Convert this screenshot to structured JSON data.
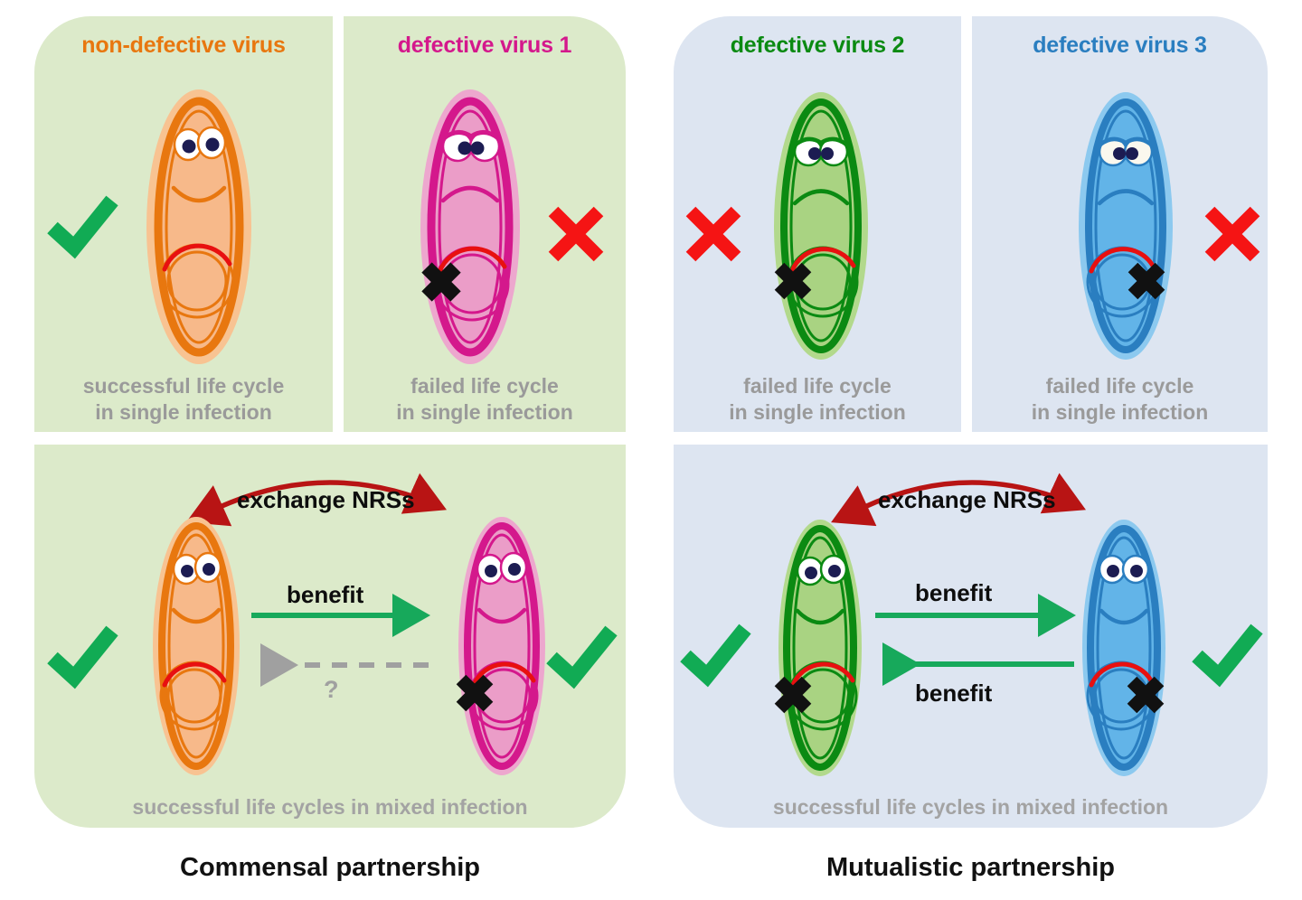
{
  "figure": {
    "kind": "virus-partnership-diagram",
    "panels": [
      {
        "id": "commensal",
        "title": "Commensal partnership",
        "background_color": "#dceaca",
        "mixed_caption": "successful life cycles in mixed infection"
      },
      {
        "id": "mutualistic",
        "title": "Mutualistic partnership",
        "background_color": "#dde5f1",
        "mixed_caption": "successful life cycles in mixed infection"
      }
    ]
  },
  "viruses": {
    "nondefective": {
      "label": "non-defective virus",
      "color": "#e8770f",
      "halo_color": "#f8c392",
      "body_color": "#f7b98a",
      "single_caption": "successful life cycle\nin single infection",
      "single_status": "check",
      "mixed_status": "check",
      "defective": "false"
    },
    "defective1": {
      "label": "defective virus 1",
      "color": "#d4188c",
      "halo_color": "#eda7ce",
      "body_color": "#eb9dc8",
      "single_caption": "failed life cycle\nin single infection",
      "single_status": "cross",
      "mixed_status": "check",
      "defective": "true"
    },
    "defective2": {
      "label": "defective virus 2",
      "color": "#0b8a12",
      "halo_color": "#b2d98c",
      "body_color": "#a9d382",
      "single_caption": "failed life cycle\nin single infection",
      "single_status": "cross",
      "mixed_status": "check",
      "defective": "true"
    },
    "defective3": {
      "label": "defective virus 3",
      "color": "#2a7ec0",
      "halo_color": "#86c5ec",
      "body_color": "#62b4e8",
      "single_caption": "failed life cycle\nin single infection",
      "single_status": "cross",
      "mixed_status": "check",
      "defective": "true"
    }
  },
  "arrows": {
    "exchange_label": "exchange NRSs",
    "exchange_color": "#b81414",
    "benefit_label": "benefit",
    "benefit_color": "#17a95b",
    "unknown_label": "?",
    "unknown_color": "#a0a0a0"
  },
  "marks": {
    "check_color": "#11ab54",
    "cross_color": "#f51414",
    "defect_cross_color": "#111111",
    "check_glyph": "check-mark",
    "cross_glyph": "cross-mark"
  },
  "chart_data": {
    "type": "diagram",
    "title": "Commensal versus mutualistic virus partnerships",
    "rows": [
      {
        "panel": "Commensal partnership",
        "single_infection": [
          {
            "virus": "non-defective virus",
            "outcome": "successful life cycle in single infection",
            "mark": "check"
          },
          {
            "virus": "defective virus 1",
            "outcome": "failed life cycle in single infection",
            "mark": "cross"
          }
        ],
        "mixed_infection": {
          "outcome": "successful life cycles in mixed infection",
          "interactions": [
            {
              "from": "non-defective virus",
              "to": "defective virus 1",
              "label": "benefit",
              "style": "solid-green"
            },
            {
              "from": "defective virus 1",
              "to": "non-defective virus",
              "label": "?",
              "style": "dashed-gray"
            },
            {
              "from": "both",
              "to": "both",
              "label": "exchange NRSs",
              "style": "curved-double-red"
            }
          ],
          "marks": [
            "check",
            "check"
          ]
        }
      },
      {
        "panel": "Mutualistic partnership",
        "single_infection": [
          {
            "virus": "defective virus 2",
            "outcome": "failed life cycle in single infection",
            "mark": "cross"
          },
          {
            "virus": "defective virus 3",
            "outcome": "failed life cycle in single infection",
            "mark": "cross"
          }
        ],
        "mixed_infection": {
          "outcome": "successful life cycles in mixed infection",
          "interactions": [
            {
              "from": "defective virus 2",
              "to": "defective virus 3",
              "label": "benefit",
              "style": "solid-green"
            },
            {
              "from": "defective virus 3",
              "to": "defective virus 2",
              "label": "benefit",
              "style": "solid-green"
            },
            {
              "from": "both",
              "to": "both",
              "label": "exchange NRSs",
              "style": "curved-double-red"
            }
          ],
          "marks": [
            "check",
            "check"
          ]
        }
      }
    ]
  }
}
